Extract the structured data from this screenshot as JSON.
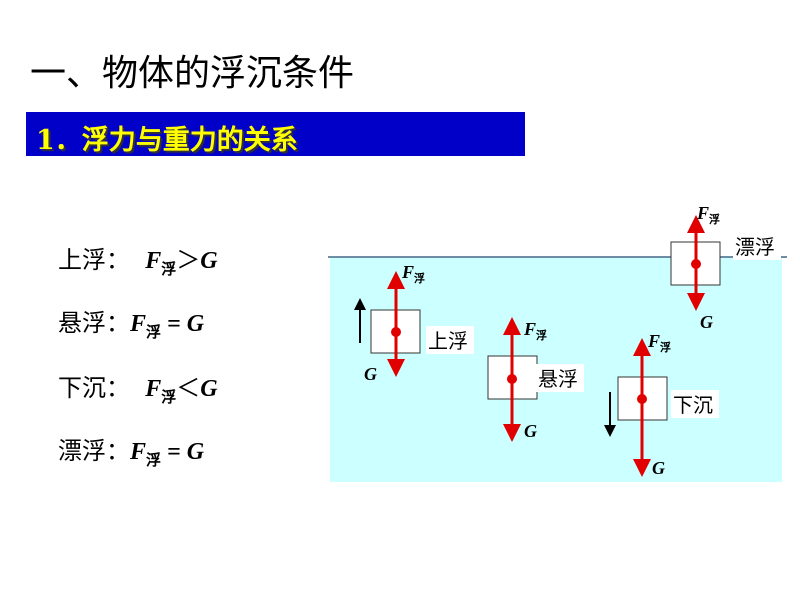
{
  "title": "一、物体的浮沉条件",
  "section": "1．浮力与重力的关系",
  "relations": [
    {
      "state": "上浮：",
      "f": "F",
      "sub": "浮",
      "op": "＞",
      "g": "G"
    },
    {
      "state": "悬浮：",
      "f": "F",
      "sub": "浮",
      "op": " = ",
      "g": "G"
    },
    {
      "state": "下沉：",
      "f": "F",
      "sub": "浮",
      "op": "＜",
      "g": "G"
    },
    {
      "state": "漂浮：",
      "f": "F",
      "sub": "浮",
      "op": " = ",
      "g": "G"
    }
  ],
  "diagram": {
    "labels": [
      "上浮",
      "悬浮",
      "下沉",
      "漂浮"
    ],
    "force_up": "F",
    "force_up_sub": "浮",
    "force_down": "G",
    "colors": {
      "water": "#ccffff",
      "force": "#e00000",
      "bar": "#0000c8",
      "bar_text": "#ffff00"
    }
  }
}
